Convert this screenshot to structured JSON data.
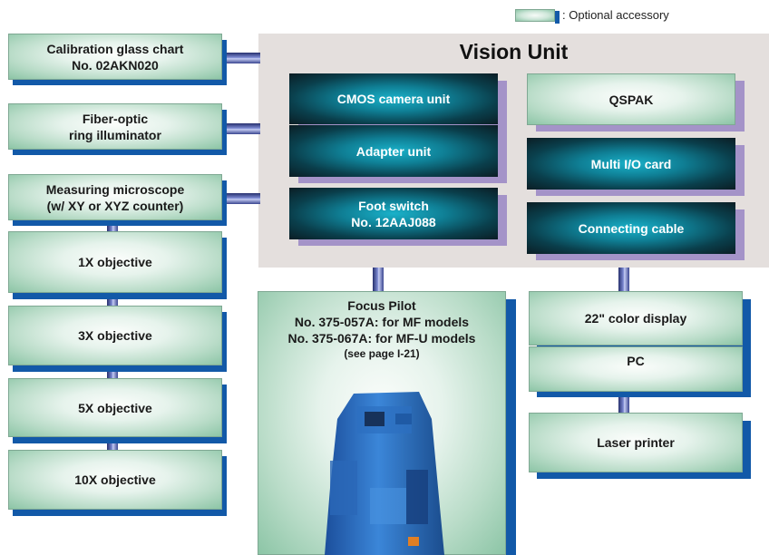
{
  "legend": {
    "label": ": Optional accessory"
  },
  "vision_unit": {
    "title": "Vision Unit",
    "cmos": "CMOS camera unit",
    "adapter": "Adapter unit",
    "foot_switch": {
      "line1": "Foot switch",
      "line2": "No. 12AAJ088"
    },
    "qspak": "QSPAK",
    "multi_io": "Multi I/O card",
    "cable": "Connecting cable"
  },
  "left_column": {
    "calibration": {
      "line1": "Calibration glass chart",
      "line2": "No. 02AKN020"
    },
    "illuminator": {
      "line1": "Fiber-optic",
      "line2": "ring illuminator"
    },
    "microscope": {
      "line1": "Measuring microscope",
      "line2": "(w/ XY or XYZ counter)"
    },
    "obj1": "1X objective",
    "obj3": "3X objective",
    "obj5": "5X objective",
    "obj10": "10X objective"
  },
  "focus_pilot": {
    "line1": "Focus Pilot",
    "line2": "No. 375-057A: for MF models",
    "line3": "No. 375-067A: for MF-U models",
    "note": "(see page I-21)"
  },
  "right_column": {
    "display": "22\" color display",
    "pc": "PC",
    "printer": "Laser printer"
  }
}
